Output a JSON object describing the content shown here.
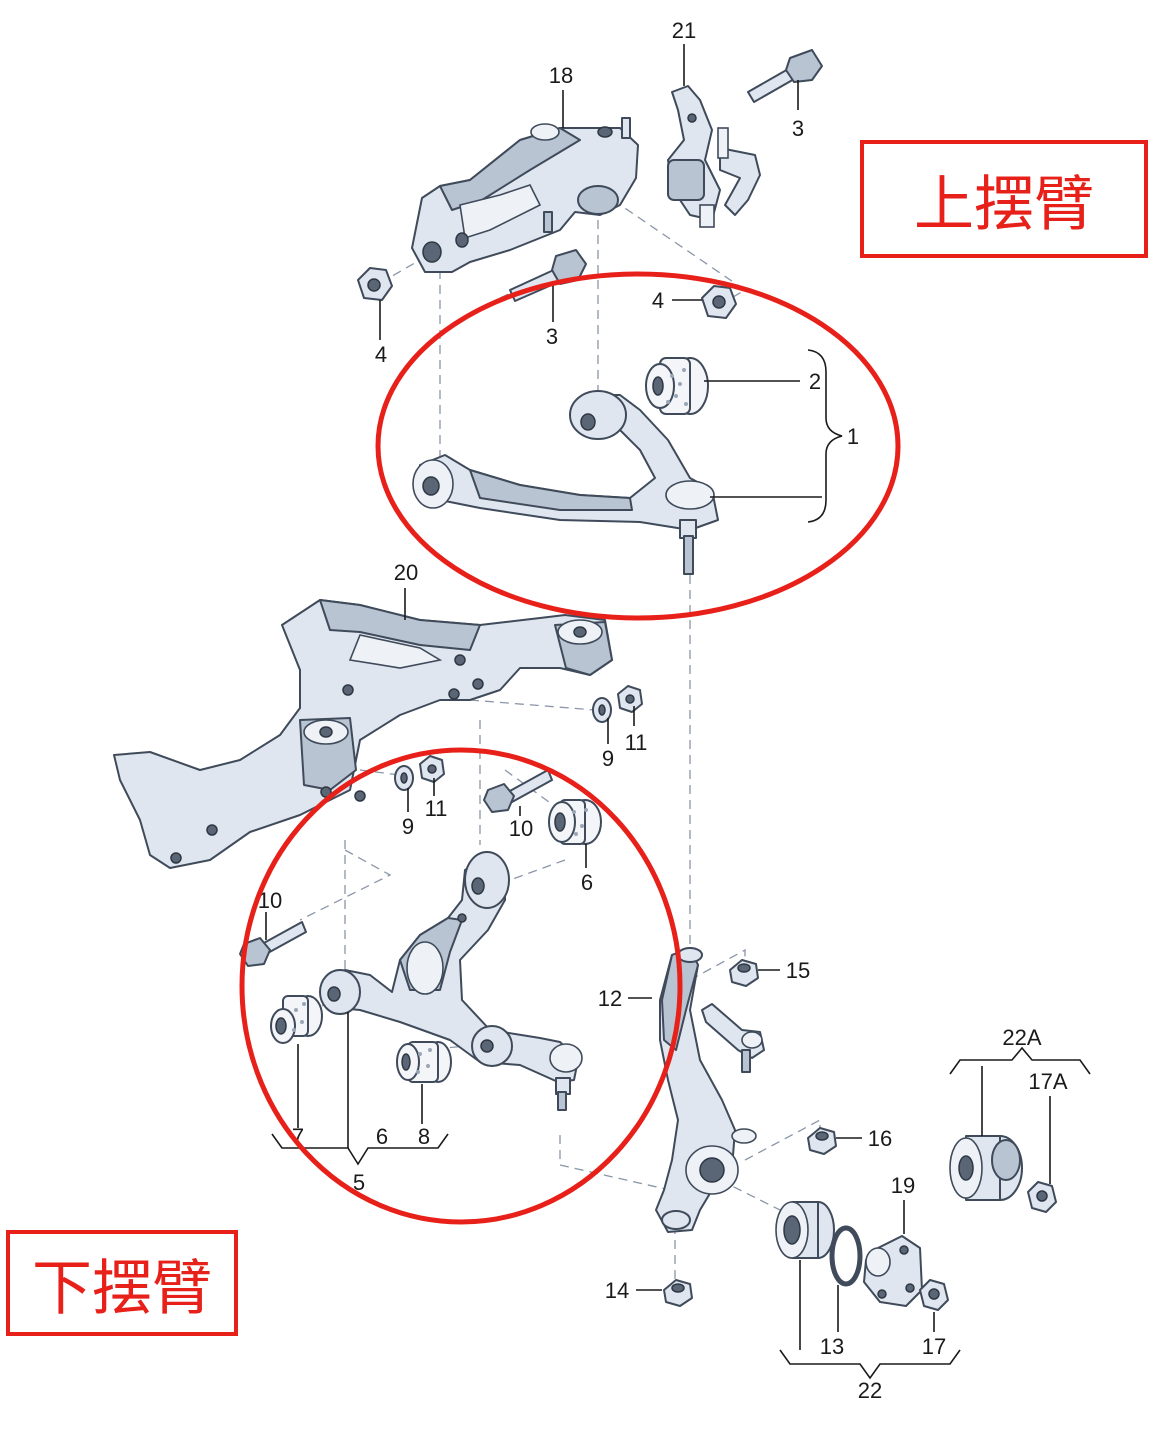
{
  "labels": {
    "upper_arm": "上摆臂",
    "lower_arm": "下摆臂"
  },
  "part_numbers": {
    "n1": "1",
    "n2": "2",
    "n3a": "3",
    "n3b": "3",
    "n4a": "4",
    "n4b": "4",
    "n5": "5",
    "n6a": "6",
    "n6b": "6",
    "n7": "7",
    "n8": "8",
    "n9a": "9",
    "n9b": "9",
    "n10a": "10",
    "n10b": "10",
    "n11a": "11",
    "n11b": "11",
    "n12": "12",
    "n13": "13",
    "n14": "14",
    "n15": "15",
    "n16": "16",
    "n17": "17",
    "n17a": "17A",
    "n18": "18",
    "n19": "19",
    "n20": "20",
    "n21": "21",
    "n22": "22",
    "n22a": "22A"
  },
  "colors": {
    "highlight": "#e8201a",
    "part_fill": "#dfe6ef",
    "part_outline": "#3f4a5a",
    "leader": "#1a1a1a"
  }
}
